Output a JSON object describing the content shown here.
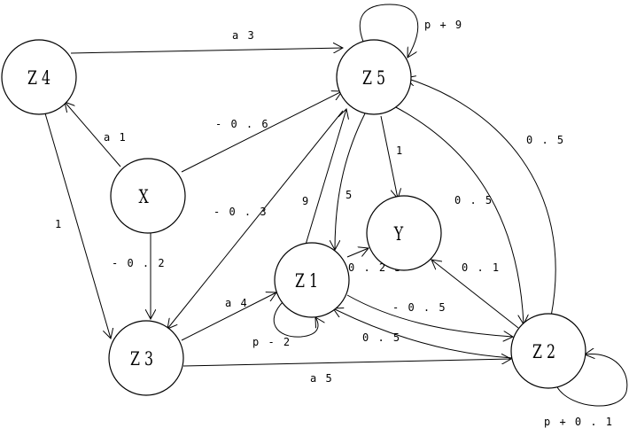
{
  "nodes": {
    "z4": "Z 4",
    "z5": "Z 5",
    "x": "X",
    "y": "Y",
    "z1": "Z 1",
    "z3": "Z 3",
    "z2": "Z 2"
  },
  "edges": {
    "z4_z5": "a 3",
    "z5_self": "p + 9",
    "x_z4": "a 1",
    "x_z5": "- 0 . 6",
    "z4_z3": "1",
    "x_z3": "- 0 . 2",
    "z1_z5": "9",
    "z5_z1": "5",
    "z5_y": "1",
    "z5_z3": "- 0 . 3",
    "z5_z2": "0 . 5",
    "z2_z5": "0 . 5",
    "z1_y": "0 . 2 5",
    "z2_y": "0 . 1",
    "z3_z1": "a 4",
    "z1_z2": "- 0 . 5",
    "z2_z1": "0 . 5",
    "z1_self": "p - 2",
    "z3_z2": "a 5",
    "z2_self": "p + 0 . 1"
  }
}
